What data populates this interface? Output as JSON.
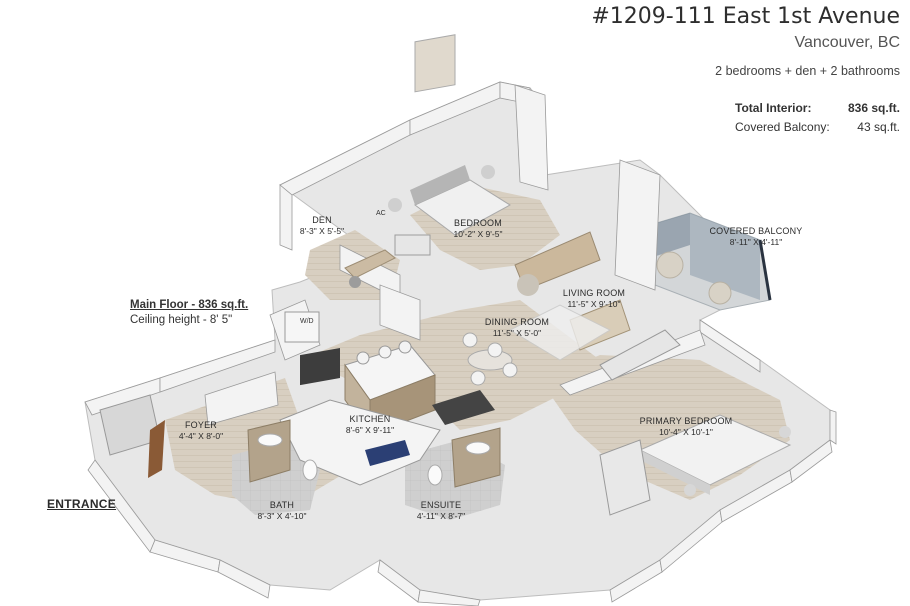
{
  "header": {
    "unit_title": "#1209-111 East 1st Avenue",
    "city": "Vancouver, BC",
    "layout_summary": "2 bedrooms + den + 2 bathrooms"
  },
  "areas": {
    "total_interior_label": "Total Interior:",
    "total_interior_value": "836 sq.ft.",
    "balcony_label": "Covered Balcony:",
    "balcony_value": "43 sq.ft."
  },
  "floor": {
    "name": "Main Floor - 836 sq.ft.",
    "ceiling": "Ceiling height - 8' 5\""
  },
  "entrance_label": "ENTRANCE",
  "small_labels": {
    "ac": "AC",
    "wd": "W/D"
  },
  "rooms": {
    "den": {
      "name": "DEN",
      "dims": "8'-3\" X 5'-5\""
    },
    "bedroom": {
      "name": "BEDROOM",
      "dims": "10'-2\" X 9'-5\""
    },
    "covered_balcony": {
      "name": "COVERED BALCONY",
      "dims": "8'-11\" X 4'-11\""
    },
    "living_room": {
      "name": "LIVING ROOM",
      "dims": "11'-5\" X 9'-10\""
    },
    "dining_room": {
      "name": "DINING ROOM",
      "dims": "11'-5\" X 5'-0\""
    },
    "foyer": {
      "name": "FOYER",
      "dims": "4'-4\" X 8'-0\""
    },
    "kitchen": {
      "name": "KITCHEN",
      "dims": "8'-6\" X 9'-11\""
    },
    "primary_bedroom": {
      "name": "PRIMARY BEDROOM",
      "dims": "10'-4\" X 10'-1\""
    },
    "bath": {
      "name": "BATH",
      "dims": "8'-3\" X 4'-10\""
    },
    "ensuite": {
      "name": "ENSUITE",
      "dims": "4'-11\" X 8'-7\""
    }
  }
}
